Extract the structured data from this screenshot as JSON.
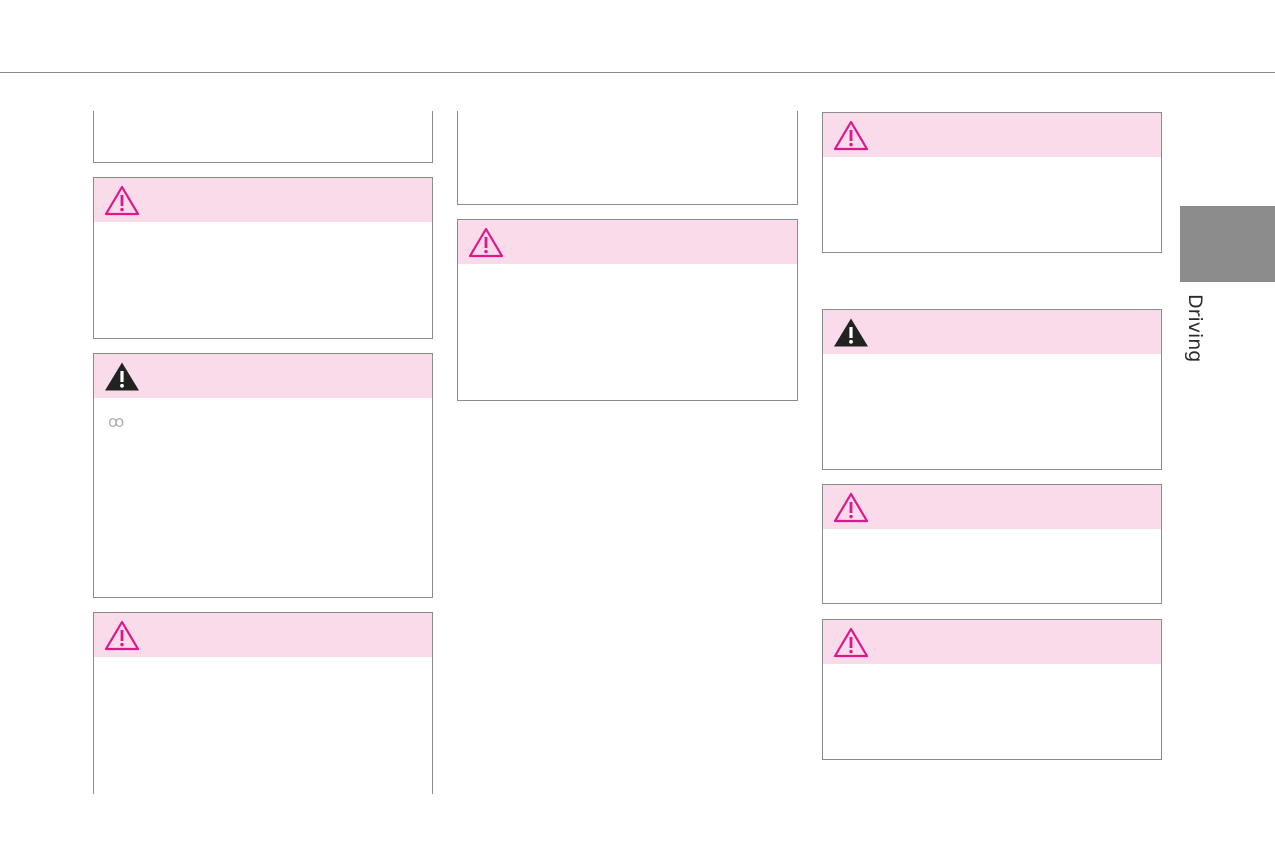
{
  "side_tab": {
    "label": "Driving"
  },
  "boxes": [
    {
      "id": "col1-box1",
      "kind": "continuation"
    },
    {
      "id": "col1-box2",
      "icon": "caution-icon"
    },
    {
      "id": "col1-box3",
      "icon": "warning-icon",
      "symbol": "ꝏ"
    },
    {
      "id": "col1-box4",
      "icon": "caution-icon"
    },
    {
      "id": "col2-box1",
      "kind": "continuation"
    },
    {
      "id": "col2-box2",
      "icon": "caution-icon"
    },
    {
      "id": "col3-box1",
      "icon": "caution-icon"
    },
    {
      "id": "col3-box2",
      "icon": "warning-icon"
    },
    {
      "id": "col3-box3",
      "icon": "caution-icon"
    },
    {
      "id": "col3-box4",
      "icon": "caution-icon"
    }
  ],
  "colors": {
    "header_bg": "#f9dbea",
    "caution_icon": "#e0168c",
    "warning_icon": "#222222",
    "border": "#8c8c8c",
    "side_tab": "#8c8c8c"
  }
}
